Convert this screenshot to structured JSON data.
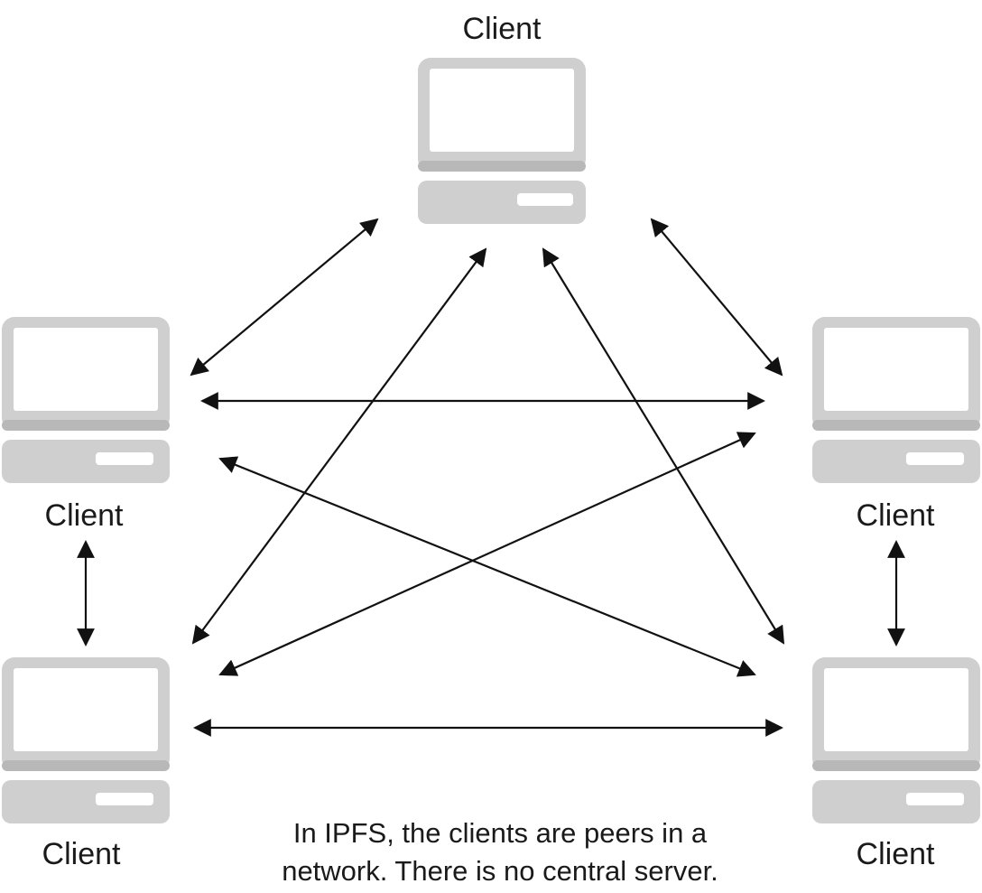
{
  "clients": [
    {
      "id": "top",
      "label": "Client"
    },
    {
      "id": "mid-left",
      "label": "Client"
    },
    {
      "id": "mid-right",
      "label": "Client"
    },
    {
      "id": "bottom-left",
      "label": "Client"
    },
    {
      "id": "bottom-right",
      "label": "Client"
    }
  ],
  "caption": {
    "line1": "In IPFS, the clients are peers in a",
    "line2": "network. There is no central server."
  },
  "connections": [
    {
      "from": "top",
      "to": "mid-left"
    },
    {
      "from": "top",
      "to": "mid-right"
    },
    {
      "from": "top",
      "to": "bottom-left"
    },
    {
      "from": "top",
      "to": "bottom-right"
    },
    {
      "from": "mid-left",
      "to": "mid-right"
    },
    {
      "from": "mid-left",
      "to": "bottom-right"
    },
    {
      "from": "mid-right",
      "to": "bottom-left"
    },
    {
      "from": "mid-left",
      "to": "bottom-left"
    },
    {
      "from": "mid-right",
      "to": "bottom-right"
    },
    {
      "from": "bottom-left",
      "to": "bottom-right"
    }
  ],
  "colors": {
    "device": "#cfcfcf",
    "screen": "#ffffff",
    "arrow": "#111111"
  }
}
